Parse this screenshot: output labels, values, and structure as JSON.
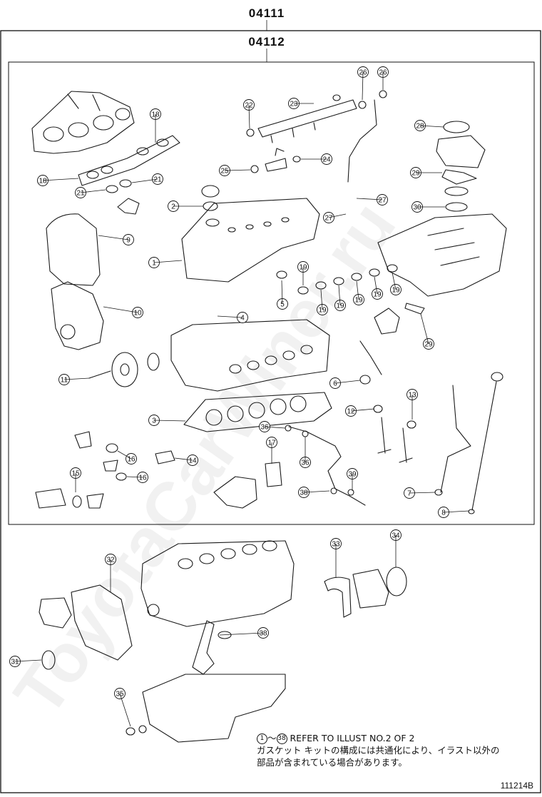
{
  "header": {
    "kit_code": "04111",
    "subkit_code": "04112"
  },
  "watermark": "ToyotaCarWiner.ru",
  "callouts": [
    {
      "id": "c1",
      "num": "1"
    },
    {
      "id": "c2",
      "num": "2"
    },
    {
      "id": "c3",
      "num": "3"
    },
    {
      "id": "c4",
      "num": "4"
    },
    {
      "id": "c5",
      "num": "5"
    },
    {
      "id": "c6",
      "num": "6"
    },
    {
      "id": "c7",
      "num": "7"
    },
    {
      "id": "c8",
      "num": "8"
    },
    {
      "id": "c9",
      "num": "9"
    },
    {
      "id": "c10",
      "num": "10"
    },
    {
      "id": "c11",
      "num": "11"
    },
    {
      "id": "c12",
      "num": "12"
    },
    {
      "id": "c13",
      "num": "13"
    },
    {
      "id": "c14",
      "num": "14"
    },
    {
      "id": "c15",
      "num": "15"
    },
    {
      "id": "c16a",
      "num": "16"
    },
    {
      "id": "c16b",
      "num": "16"
    },
    {
      "id": "c17",
      "num": "17"
    },
    {
      "id": "c18a",
      "num": "18"
    },
    {
      "id": "c18b",
      "num": "18"
    },
    {
      "id": "c19a",
      "num": "19"
    },
    {
      "id": "c19b",
      "num": "19"
    },
    {
      "id": "c19c",
      "num": "19"
    },
    {
      "id": "c19d",
      "num": "19"
    },
    {
      "id": "c19e",
      "num": "19"
    },
    {
      "id": "c19f",
      "num": "19"
    },
    {
      "id": "c21a",
      "num": "21"
    },
    {
      "id": "c21b",
      "num": "21"
    },
    {
      "id": "c22",
      "num": "22"
    },
    {
      "id": "c23",
      "num": "23"
    },
    {
      "id": "c24",
      "num": "24"
    },
    {
      "id": "c25",
      "num": "25"
    },
    {
      "id": "c26a",
      "num": "26"
    },
    {
      "id": "c26b",
      "num": "26"
    },
    {
      "id": "c27a",
      "num": "27"
    },
    {
      "id": "c27b",
      "num": "27"
    },
    {
      "id": "c28",
      "num": "28"
    },
    {
      "id": "c29a",
      "num": "29"
    },
    {
      "id": "c29b",
      "num": "29"
    },
    {
      "id": "c30",
      "num": "30"
    },
    {
      "id": "c31",
      "num": "31"
    },
    {
      "id": "c32",
      "num": "32"
    },
    {
      "id": "c33",
      "num": "33"
    },
    {
      "id": "c34",
      "num": "34"
    },
    {
      "id": "c35",
      "num": "35"
    },
    {
      "id": "c36a",
      "num": "36"
    },
    {
      "id": "c36b",
      "num": "36"
    },
    {
      "id": "c38a",
      "num": "38"
    },
    {
      "id": "c38b",
      "num": "38"
    },
    {
      "id": "c39",
      "num": "39"
    }
  ],
  "note": {
    "range_start": "1",
    "range_sep": "～",
    "range_end": "38",
    "refer_text": "REFER TO ILLUST NO.2 OF 2",
    "jp_line1": "ガスケット キットの構成には共通化により、イラスト以外の",
    "jp_line2": "部品が含まれている場合があります。"
  },
  "illustration_code": "111214B"
}
